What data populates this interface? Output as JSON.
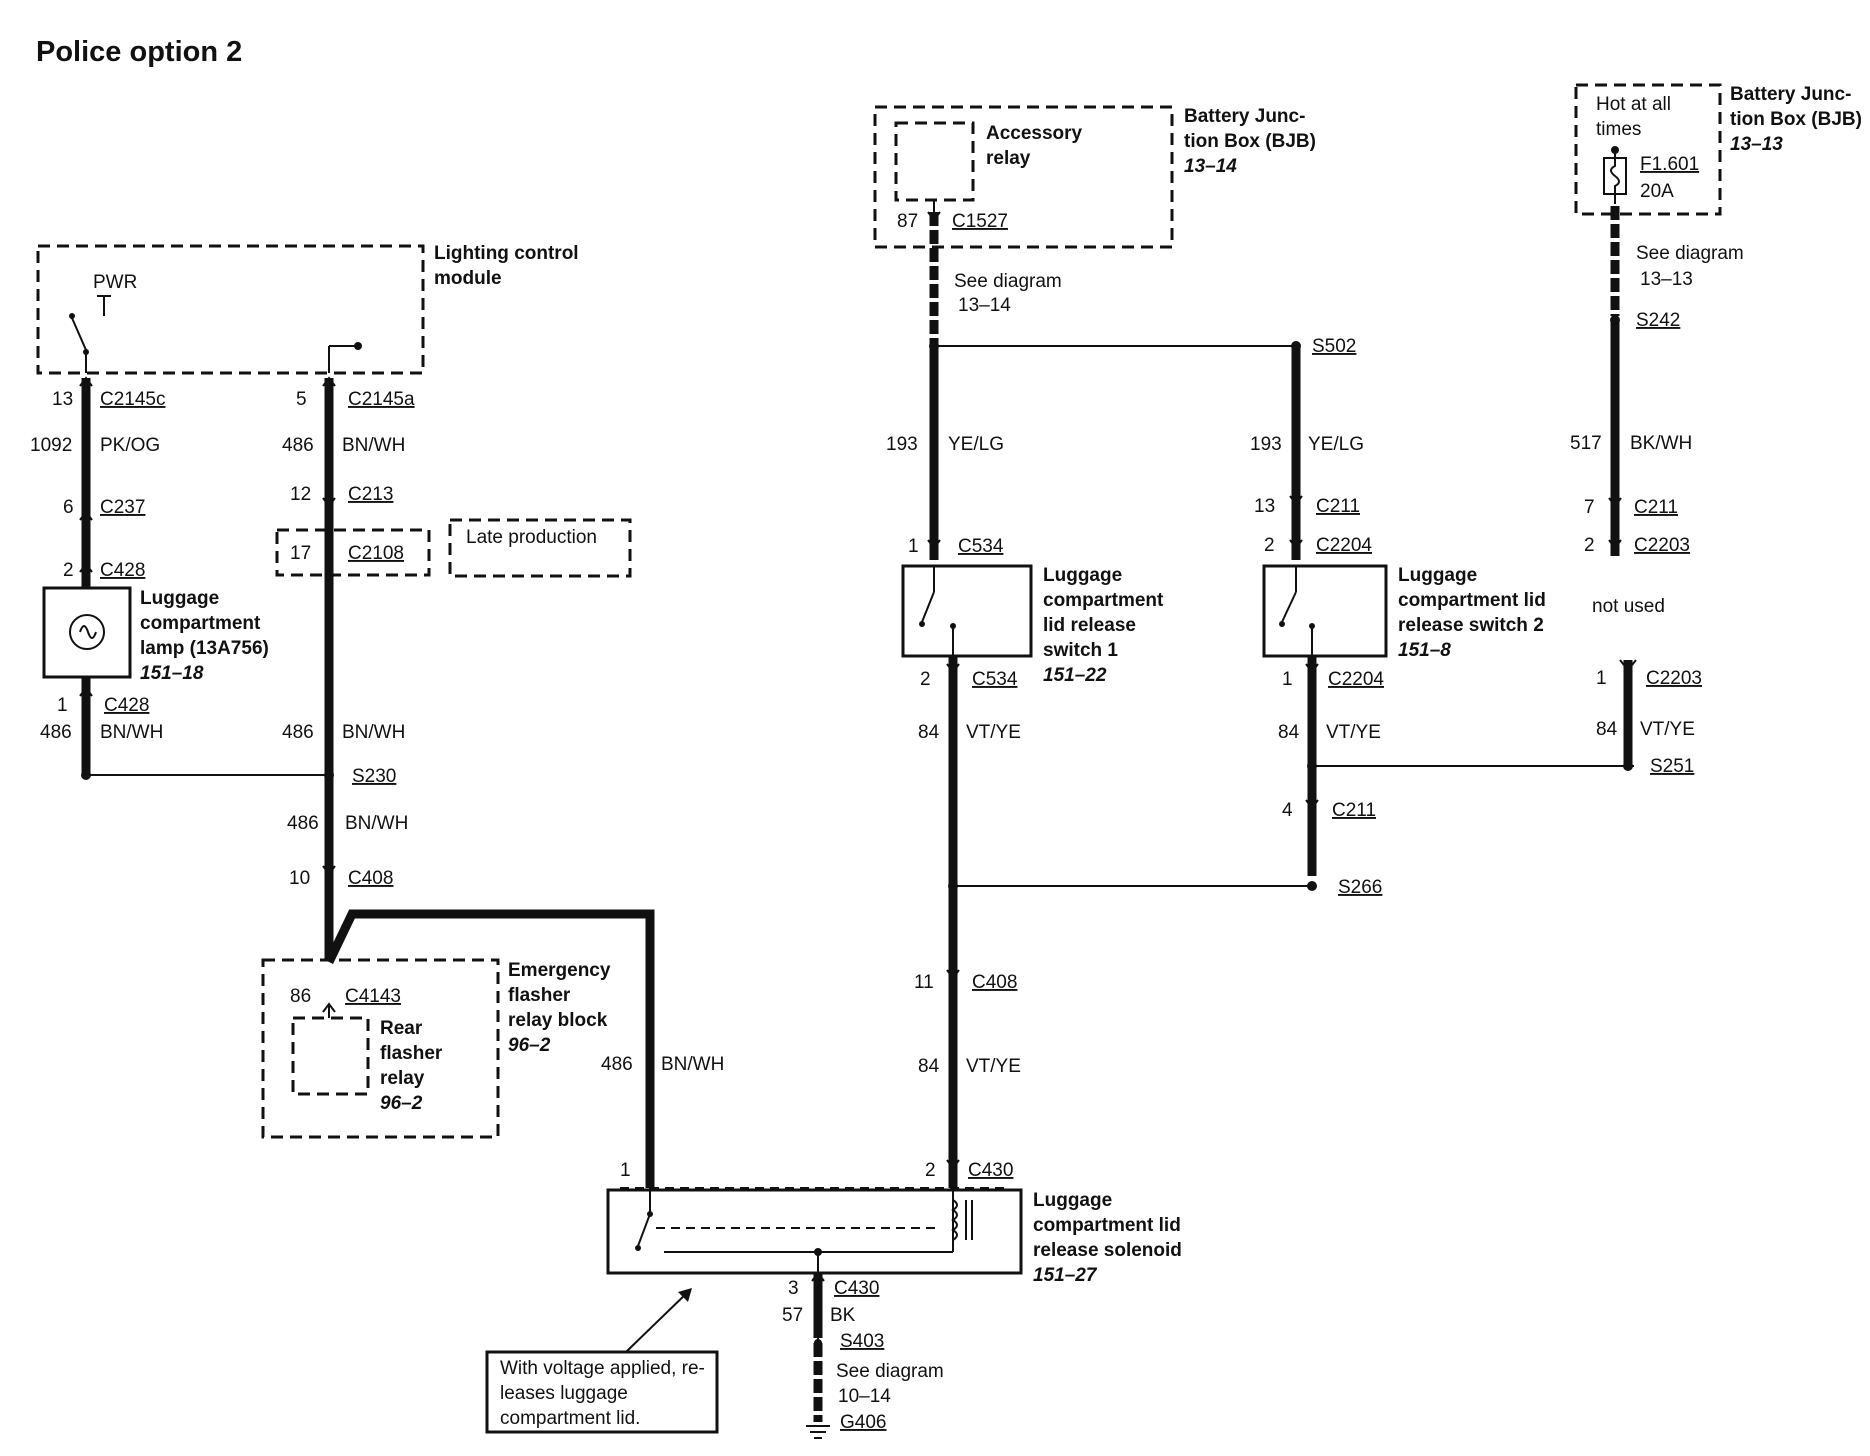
{
  "title": "Police option 2",
  "lighting_control_module": {
    "name_l1": "Lighting control",
    "name_l2": "module",
    "pwr": "PWR"
  },
  "lcm_circuit_left": {
    "pin13": "13",
    "conn_c2145c": "C2145c",
    "wire_num": "1092",
    "wire_color": "PK/OG",
    "pin6": "6",
    "conn_c237": "C237",
    "pin2": "2",
    "conn_c428_top": "C428",
    "pin1": "1",
    "conn_c428_bot": "C428",
    "wire_num_bot": "486",
    "wire_color_bot": "BN/WH"
  },
  "luggage_lamp": {
    "l1": "Luggage",
    "l2": "compartment",
    "l3": "lamp (13A756)",
    "ref": "151–18"
  },
  "lcm_circuit_right": {
    "pin5": "5",
    "conn_c2145a": "C2145a",
    "wire1_num": "486",
    "wire1_color": "BN/WH",
    "pin12": "12",
    "conn_c213": "C213",
    "pin17": "17",
    "conn_c2108": "C2108",
    "late_production": "Late production",
    "wire2_num": "486",
    "wire2_color": "BN/WH",
    "splice_s230": "S230",
    "wire3_num": "486",
    "wire3_color": "BN/WH",
    "pin10": "10",
    "conn_c408": "C408"
  },
  "flasher_relay_block": {
    "pin86": "86",
    "conn_c4143": "C4143",
    "relay_l1": "Rear",
    "relay_l2": "flasher",
    "relay_l3": "relay",
    "relay_ref": "96–2",
    "l1": "Emergency",
    "l2": "flasher",
    "l3": "relay block",
    "ref": "96–2",
    "wire_num": "486",
    "wire_color": "BN/WH"
  },
  "bjb_accessory": {
    "relay_l1": "Accessory",
    "relay_l2": "relay",
    "pin87": "87",
    "conn_c1527": "C1527",
    "l1": "Battery Junc-",
    "l2": "tion Box (BJB)",
    "ref": "13–14",
    "see_l1": "See diagram",
    "see_l2": "13–14"
  },
  "center_circuit": {
    "splice_s502": "S502",
    "wire_num": "193",
    "wire_color": "YE/LG",
    "pin1": "1",
    "conn_c534_top": "C534",
    "pin2": "2",
    "conn_c534_bot": "C534",
    "wire2_num": "84",
    "wire2_color": "VT/YE",
    "pin11": "11",
    "conn_c408": "C408",
    "wire3_num": "84",
    "wire3_color": "VT/YE"
  },
  "switch1": {
    "l1": "Luggage",
    "l2": "compartment",
    "l3": "lid release",
    "l4": "switch 1",
    "ref": "151–22"
  },
  "switch2_circuit": {
    "wire_num": "193",
    "wire_color": "YE/LG",
    "pin13": "13",
    "conn_c211_top": "C211",
    "pin2": "2",
    "conn_c2204_top": "C2204",
    "pin1": "1",
    "conn_c2204_bot": "C2204",
    "wire2_num": "84",
    "wire2_color": "VT/YE",
    "pin4": "4",
    "conn_c211_bot": "C211",
    "splice_s266": "S266"
  },
  "switch2": {
    "l1": "Luggage",
    "l2": "compartment lid",
    "l3": "release switch 2",
    "ref": "151–8"
  },
  "bjb_fuse": {
    "hot_l1": "Hot at all",
    "hot_l2": "times",
    "fuse": "F1.601",
    "amps": "20A",
    "l1": "Battery Junc-",
    "l2": "tion Box (BJB)",
    "ref": "13–13",
    "see_l1": "See diagram",
    "see_l2": "13–13",
    "splice_s242": "S242",
    "wire_num": "517",
    "wire_color": "BK/WH",
    "pin7": "7",
    "conn_c211": "C211",
    "pin2": "2",
    "conn_c2203_top": "C2203",
    "not_used": "not used",
    "pin1": "1",
    "conn_c2203_bot": "C2203",
    "wire2_num": "84",
    "wire2_color": "VT/YE",
    "splice_s251": "S251"
  },
  "solenoid": {
    "pin1": "1",
    "pin2": "2",
    "conn_c430_top": "C430",
    "l1": "Luggage",
    "l2": "compartment lid",
    "l3": "release solenoid",
    "ref": "151–27",
    "pin3": "3",
    "conn_c430_bot": "C430",
    "wire_num": "57",
    "wire_color": "BK",
    "splice_s403": "S403",
    "see_l1": "See diagram",
    "see_l2": "10–14",
    "ground": "G406"
  },
  "note": {
    "l1": "With voltage applied, re-",
    "l2": "leases luggage",
    "l3": "compartment lid."
  }
}
